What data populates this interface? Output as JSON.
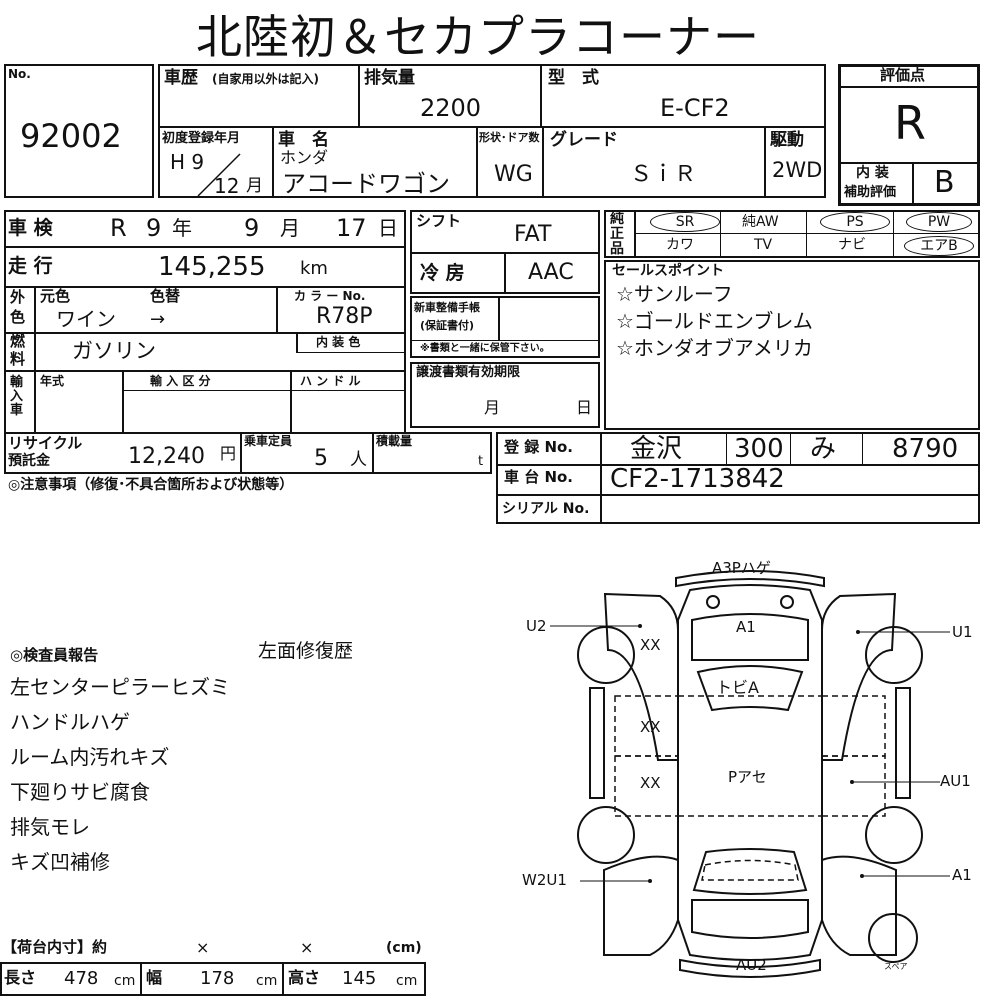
{
  "title": "北陸初＆セカプラコーナー",
  "header": {
    "no_label": "No.",
    "no_value": "92002",
    "history_label": "車歴",
    "history_note": "(自家用以外は記入)",
    "displacement_label": "排気量",
    "displacement_value": "2200",
    "model_label": "型　式",
    "model_value": "E-CF2",
    "first_reg_label": "初度登録年月",
    "first_reg_year": "H 9",
    "first_reg_month": "12",
    "month_unit": "月",
    "car_name_label": "車　名",
    "maker": "ホンダ",
    "car_name": "アコードワゴン",
    "shape_label": "形状･ドア数",
    "shape_value": "WG",
    "grade_label": "グレード",
    "grade_value": "ＳｉＲ",
    "drive_label": "駆動",
    "drive_value": "2WD",
    "eval_label": "評価点",
    "eval_value": "R",
    "interior_label_1": "内 装",
    "interior_label_2": "補助評価",
    "interior_value": "B"
  },
  "details": {
    "inspection_label": "車 検",
    "inspection_era": "R",
    "inspection_year": "9",
    "year_unit": "年",
    "inspection_month": "9",
    "month_unit": "月",
    "inspection_day": "17",
    "day_unit": "日",
    "mileage_label": "走 行",
    "mileage_value": "145,255",
    "mileage_unit": "km",
    "ext_color_label_1": "外",
    "ext_color_label_2": "色",
    "orig_color_label": "元色",
    "color_change_label": "色替",
    "orig_color_value": "ワイン",
    "color_change_arrow": "→",
    "color_no_label": "カ ラ ー No.",
    "color_no_value": "R78P",
    "fuel_label_1": "燃",
    "fuel_label_2": "料",
    "fuel_value": "ガソリン",
    "interior_color_label": "内 装 色",
    "import_label": "輸入車",
    "import_year_label": "年式",
    "import_type_label": "輸 入 区 分",
    "handle_label": "ハ ン ド ル",
    "recycle_label_1": "リサイクル",
    "recycle_label_2": "預託金",
    "recycle_value": "12,240",
    "recycle_unit": "円",
    "capacity_label": "乗車定員",
    "capacity_value": "5",
    "capacity_unit": "人",
    "load_label": "積載量",
    "load_unit": "t",
    "notes_label": "◎注意事項（修復･不具合箇所および状態等）"
  },
  "middle": {
    "shift_label": "シフト",
    "shift_value": "FAT",
    "ac_label": "冷 房",
    "ac_value": "AAC",
    "manual_label_1": "新車整備手帳",
    "manual_label_2": "(保証書付)",
    "manual_note": "※書類と一緒に保管下さい。",
    "transfer_label": "譲渡書類有効期限",
    "transfer_month_unit": "月",
    "transfer_day_unit": "日"
  },
  "options": {
    "label": "純正品",
    "row1": [
      "SR",
      "純AW",
      "PS",
      "PW"
    ],
    "row2": [
      "カワ",
      "TV",
      "ナビ",
      "エアB"
    ]
  },
  "sales_points": {
    "label": "セールスポイント",
    "items": [
      "☆サンルーフ",
      "☆ゴールドエンブレム",
      "☆ホンダオブアメリカ"
    ]
  },
  "registration": {
    "reg_label": "登 録 No.",
    "reg_place": "金沢",
    "reg_class": "300",
    "reg_kana": "み",
    "reg_number": "8790",
    "chassis_label": "車 台 No.",
    "chassis_value": "CF2-1713842",
    "serial_label": "シリアル No."
  },
  "inspector": {
    "label": "◎検査員報告",
    "first_note": "左面修復歴",
    "items": [
      "左センターピラーヒズミ",
      "ハンドルハゲ",
      "ルーム内汚れキズ",
      "下廻りサビ腐食",
      "排気モレ",
      "キズ凹補修"
    ]
  },
  "cargo": {
    "label": "【荷台内寸】約",
    "x1": "×",
    "x2": "×",
    "unit_label": "(cm)",
    "length_label": "長さ",
    "length_value": "478",
    "width_label": "幅",
    "width_value": "178",
    "height_label": "高さ",
    "height_value": "145",
    "cm": "cm"
  },
  "diagram": {
    "front_bumper": "A3Pハゲ",
    "hood": "A1",
    "left_front_fender": "U2",
    "right_front_fender": "U1",
    "left_front_mark": "XX",
    "roof_front": "トビA",
    "left_front_door": "XX",
    "left_rear_door": "XX",
    "roof_rear": "Pアセ",
    "right_rear_door": "AU1",
    "left_rear_fender": "W2U1",
    "right_rear_fender": "A1",
    "rear_bumper": "AU2",
    "spare": "スペア"
  }
}
